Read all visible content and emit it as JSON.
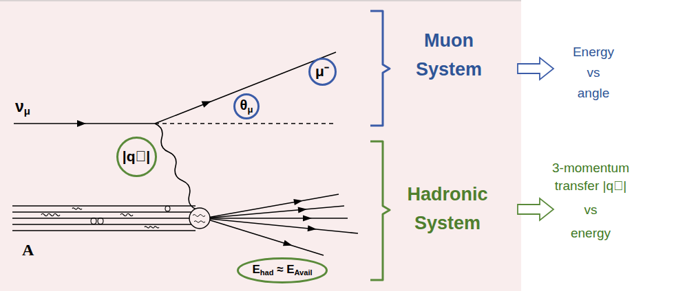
{
  "diagram": {
    "nodes": [
      {
        "text": [
          "μ⁻"
        ]
      },
      {
        "text": [
          "θμ"
        ]
      },
      {
        "text": [
          "|q⃗|"
        ]
      },
      {
        "text": [
          "Ehad ≈ EAvail"
        ]
      }
    ],
    "labels": [
      "νμ",
      "A",
      "Muon System",
      "Energy",
      "vs",
      "angle",
      "Hadronic System",
      "3-momentum transfer |q⃗|",
      "vs",
      "energy"
    ]
  }
}
